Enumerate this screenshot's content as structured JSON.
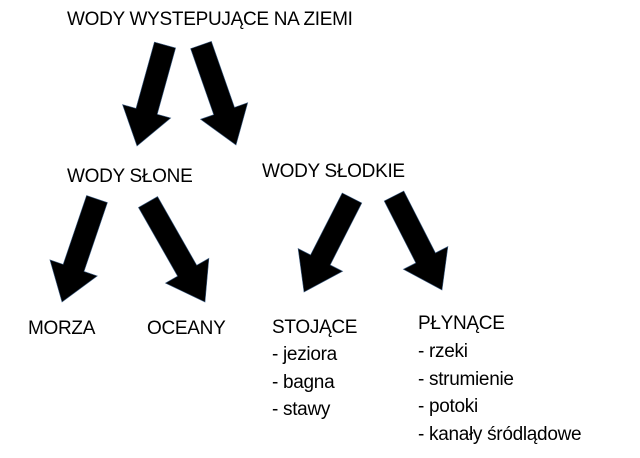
{
  "title": "WODY WYSTEPUJĄCE NA ZIEMI",
  "salt": {
    "label": "WODY SŁONE",
    "children": [
      "MORZA",
      "OCEANY"
    ]
  },
  "fresh": {
    "label": "WODY SŁODKIE",
    "standing": {
      "label": "STOJĄCE",
      "items": [
        "- jeziora",
        "- bagna",
        "- stawy"
      ]
    },
    "flowing": {
      "label": "PŁYNĄCE",
      "items": [
        "- rzeki",
        "- strumienie",
        "- potoki",
        "- kanały śródlądowe"
      ]
    }
  }
}
